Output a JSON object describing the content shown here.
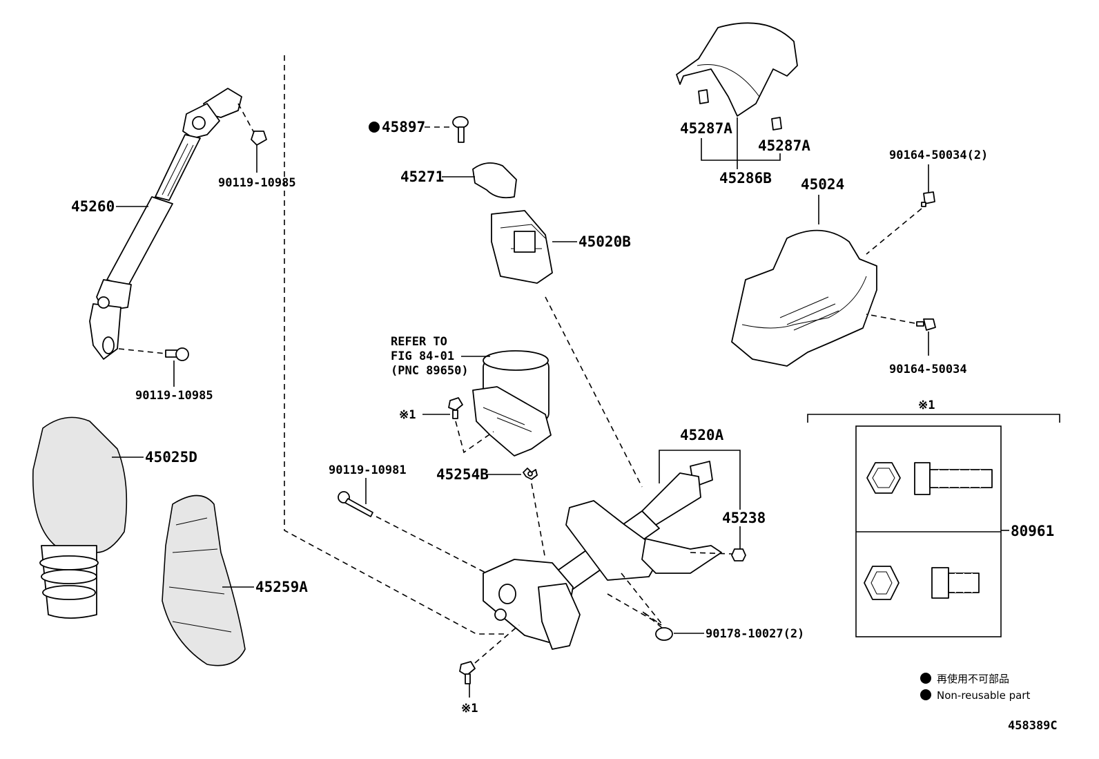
{
  "labels": {
    "p45260": "45260",
    "p90119_10985_top": "90119-10985",
    "p90119_10985_bot": "90119-10985",
    "p45025D": "45025D",
    "p45259A": "45259A",
    "p45897": "45897",
    "p45271": "45271",
    "p45020B": "45020B",
    "refer1": "REFER TO",
    "refer2": "FIG 84-01",
    "refer3": "(PNC 89650)",
    "mark1_a": "※1",
    "mark1_b": "※1",
    "mark1_c": "※1",
    "p45254B": "45254B",
    "p90119_10981": "90119-10981",
    "p45287A_l": "45287A",
    "p45287A_r": "45287A",
    "p45286B": "45286B",
    "p45024": "45024",
    "p90164_50034_2": "90164-50034(2)",
    "p90164_50034": "90164-50034",
    "p4520A": "4520A",
    "p45238": "45238",
    "p90178_10027_2": "90178-10027(2)",
    "p80961": "80961"
  },
  "legend": {
    "jp": "再使用不可部品",
    "en": "Non-reusable part"
  },
  "figure_id": "458389C"
}
